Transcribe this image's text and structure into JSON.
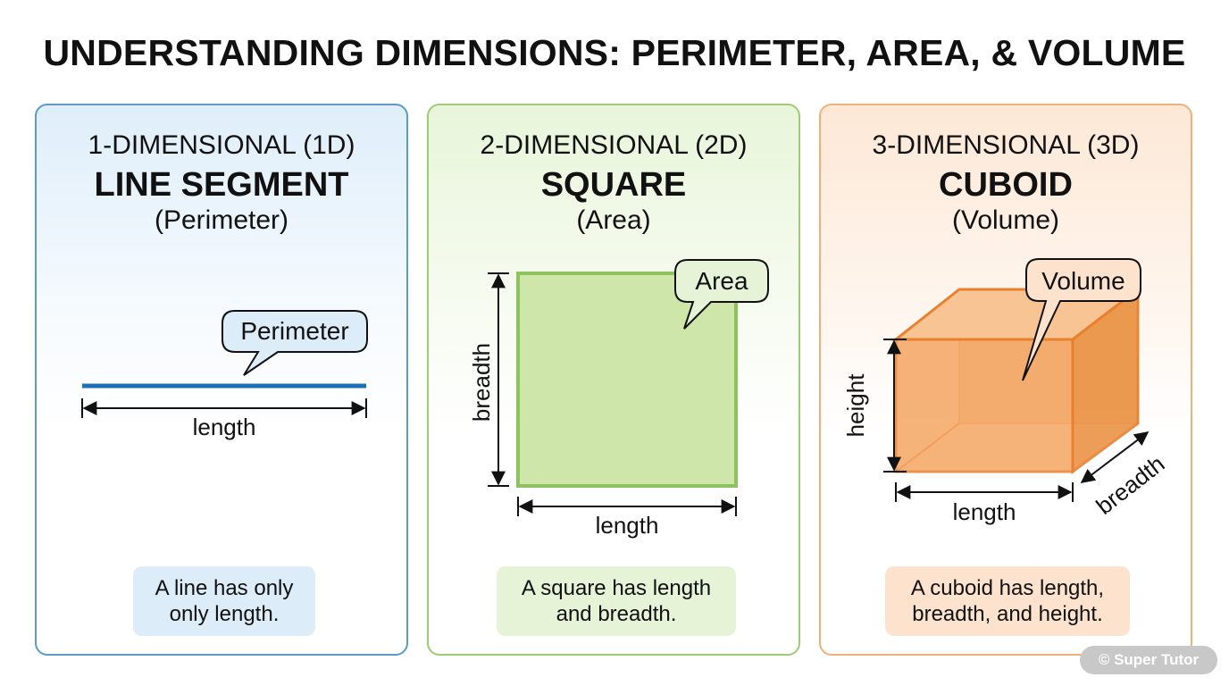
{
  "title": "UNDERSTANDING DIMENSIONS: PERIMETER, AREA, & VOLUME",
  "panels": [
    {
      "dimension": "1-DIMENSIONAL (1D)",
      "shape": "LINE SEGMENT",
      "measure": "(Perimeter)",
      "callout": "Perimeter",
      "labels": {
        "length": "length"
      },
      "caption_line1": "A line has only",
      "caption_line2": "only length.",
      "color": "#1f6fb4"
    },
    {
      "dimension": "2-DIMENSIONAL (2D)",
      "shape": "SQUARE",
      "measure": "(Area)",
      "callout": "Area",
      "labels": {
        "length": "length",
        "breadth": "breadth"
      },
      "caption_line1": "A square has length",
      "caption_line2": "and breadth.",
      "color": "#8cc35c"
    },
    {
      "dimension": "3-DIMENSIONAL (3D)",
      "shape": "CUBOID",
      "measure": "(Volume)",
      "callout": "Volume",
      "labels": {
        "length": "length",
        "height": "height",
        "breadth": "breadth"
      },
      "caption_line1": "A cuboid has length,",
      "caption_line2": "breadth, and height.",
      "color": "#e8802e"
    }
  ],
  "watermark": "© Super Tutor"
}
